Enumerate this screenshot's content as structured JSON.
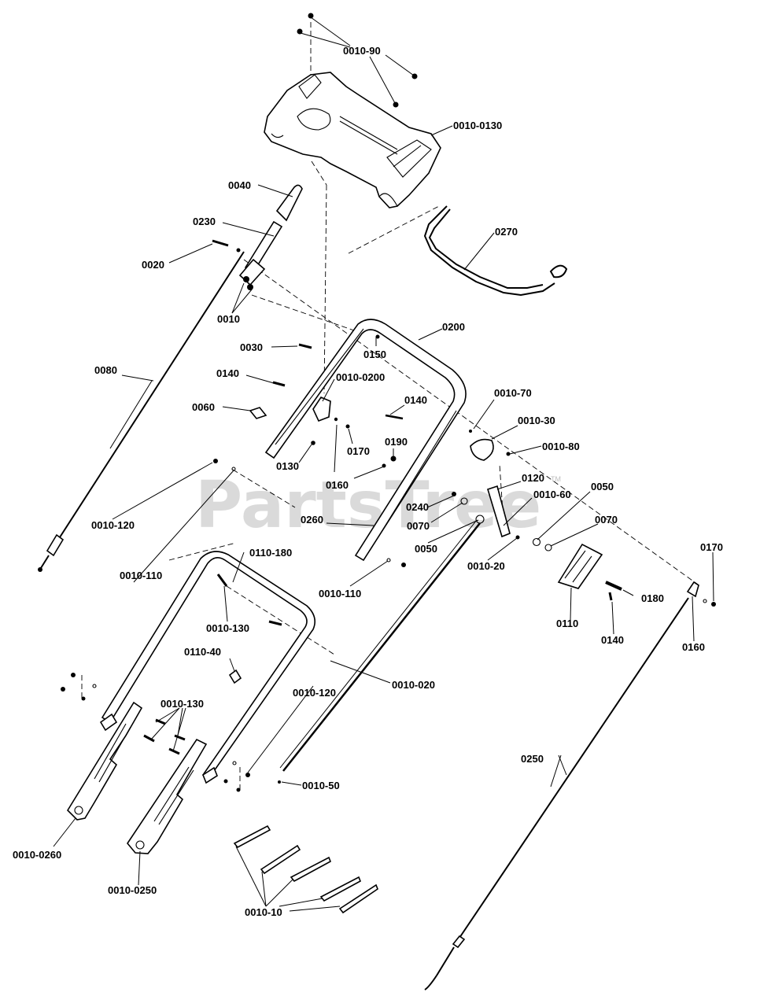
{
  "watermark": "PartsTree",
  "watermark_tm": "TM",
  "callouts": {
    "p0010_90": "0010-90",
    "p0010_0130": "0010-0130",
    "p0040": "0040",
    "p0230": "0230",
    "p0020": "0020",
    "p0270": "0270",
    "p0010": "0010",
    "p0200": "0200",
    "p0030": "0030",
    "p0150": "0150",
    "p0080": "0080",
    "p0140_a": "0140",
    "p0010_0200": "0010-0200",
    "p0010_70": "0010-70",
    "p0060": "0060",
    "p0140_b": "0140",
    "p0010_30": "0010-30",
    "p0190": "0190",
    "p0170_a": "0170",
    "p0010_80": "0010-80",
    "p0130": "0130",
    "p0160_a": "0160",
    "p0120": "0120",
    "p0010_120_a": "0010-120",
    "p0010_60": "0010-60",
    "p0050_a": "0050",
    "p0240": "0240",
    "p0260": "0260",
    "p0070_a": "0070",
    "p0070_b": "0070",
    "p0050_b": "0050",
    "p0010_20": "0010-20",
    "p0170_b": "0170",
    "p0110_180": "0110-180",
    "p0010_110_a": "0010-110",
    "p0010_110_b": "0010-110",
    "p0180": "0180",
    "p0110": "0110",
    "p0010_130_a": "0010-130",
    "p0140_c": "0140",
    "p0160_b": "0160",
    "p0110_40": "0110-40",
    "p0010_120_b": "0010-120",
    "p0010_020": "0010-020",
    "p0010_130_b": "0010-130",
    "p0250": "0250",
    "p0010_50": "0010-50",
    "p0010_0260": "0010-0260",
    "p0010_0250": "0010-0250",
    "p0010_10": "0010-10"
  }
}
